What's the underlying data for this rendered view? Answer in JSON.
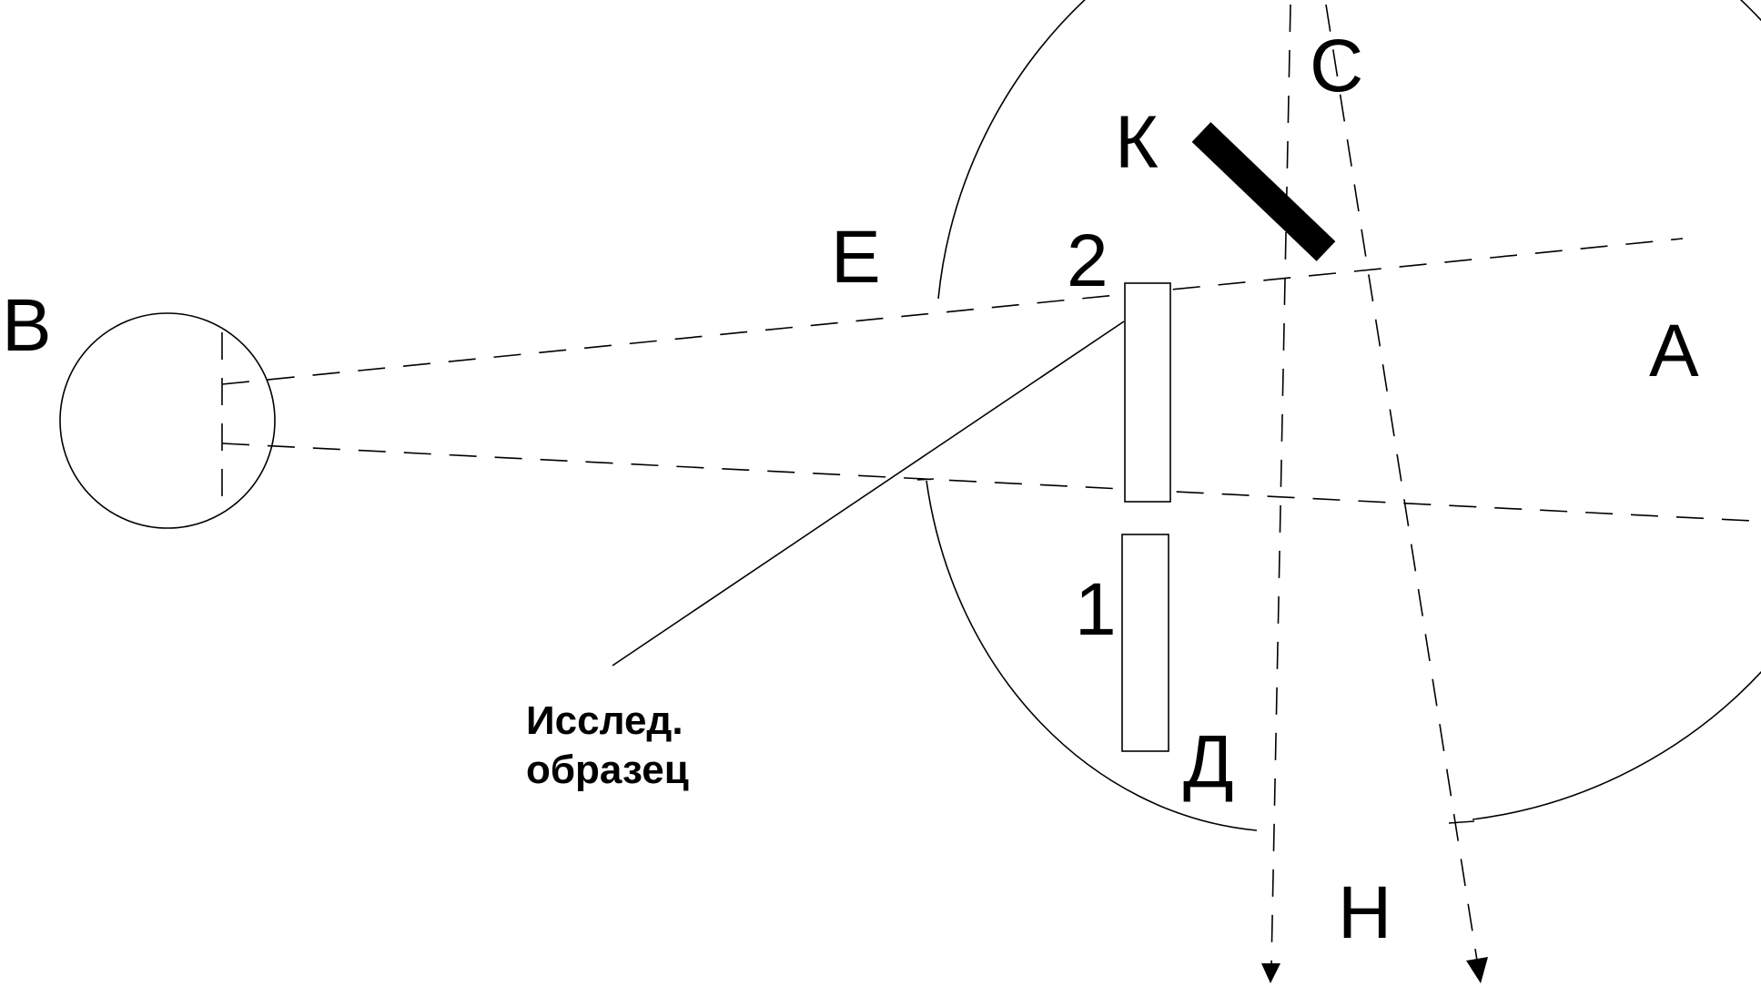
{
  "labels": {
    "B": "В",
    "E": "Е",
    "two": "2",
    "K": "К",
    "C": "С",
    "A": "А",
    "one": "1",
    "D": "Д",
    "H": "Н"
  },
  "caption": {
    "line1": "Исслед.",
    "line2": "образец"
  }
}
